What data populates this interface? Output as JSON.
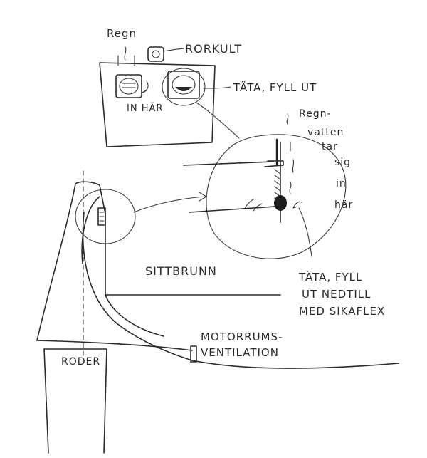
{
  "labels": {
    "regn": "Regn",
    "rorkult": "RORKULT",
    "tata_top": "TÄTA, FYLL UT",
    "in_har": "IN HÄR",
    "regnvatten": [
      "Regn-",
      "vatten",
      "tar",
      "sig",
      "in",
      "här"
    ],
    "sittbrunn": "SITTBRUNN",
    "tata_bottom": [
      "TÄTA, FYLL",
      "UT NEDTILL",
      "MED SIKAFLEX"
    ],
    "motorrum": [
      "MOTORRUMS-",
      "VENTILATION"
    ],
    "roder": "RODER"
  },
  "colors": {
    "ink": "#2b2b2b",
    "paper": "#ffffff"
  }
}
